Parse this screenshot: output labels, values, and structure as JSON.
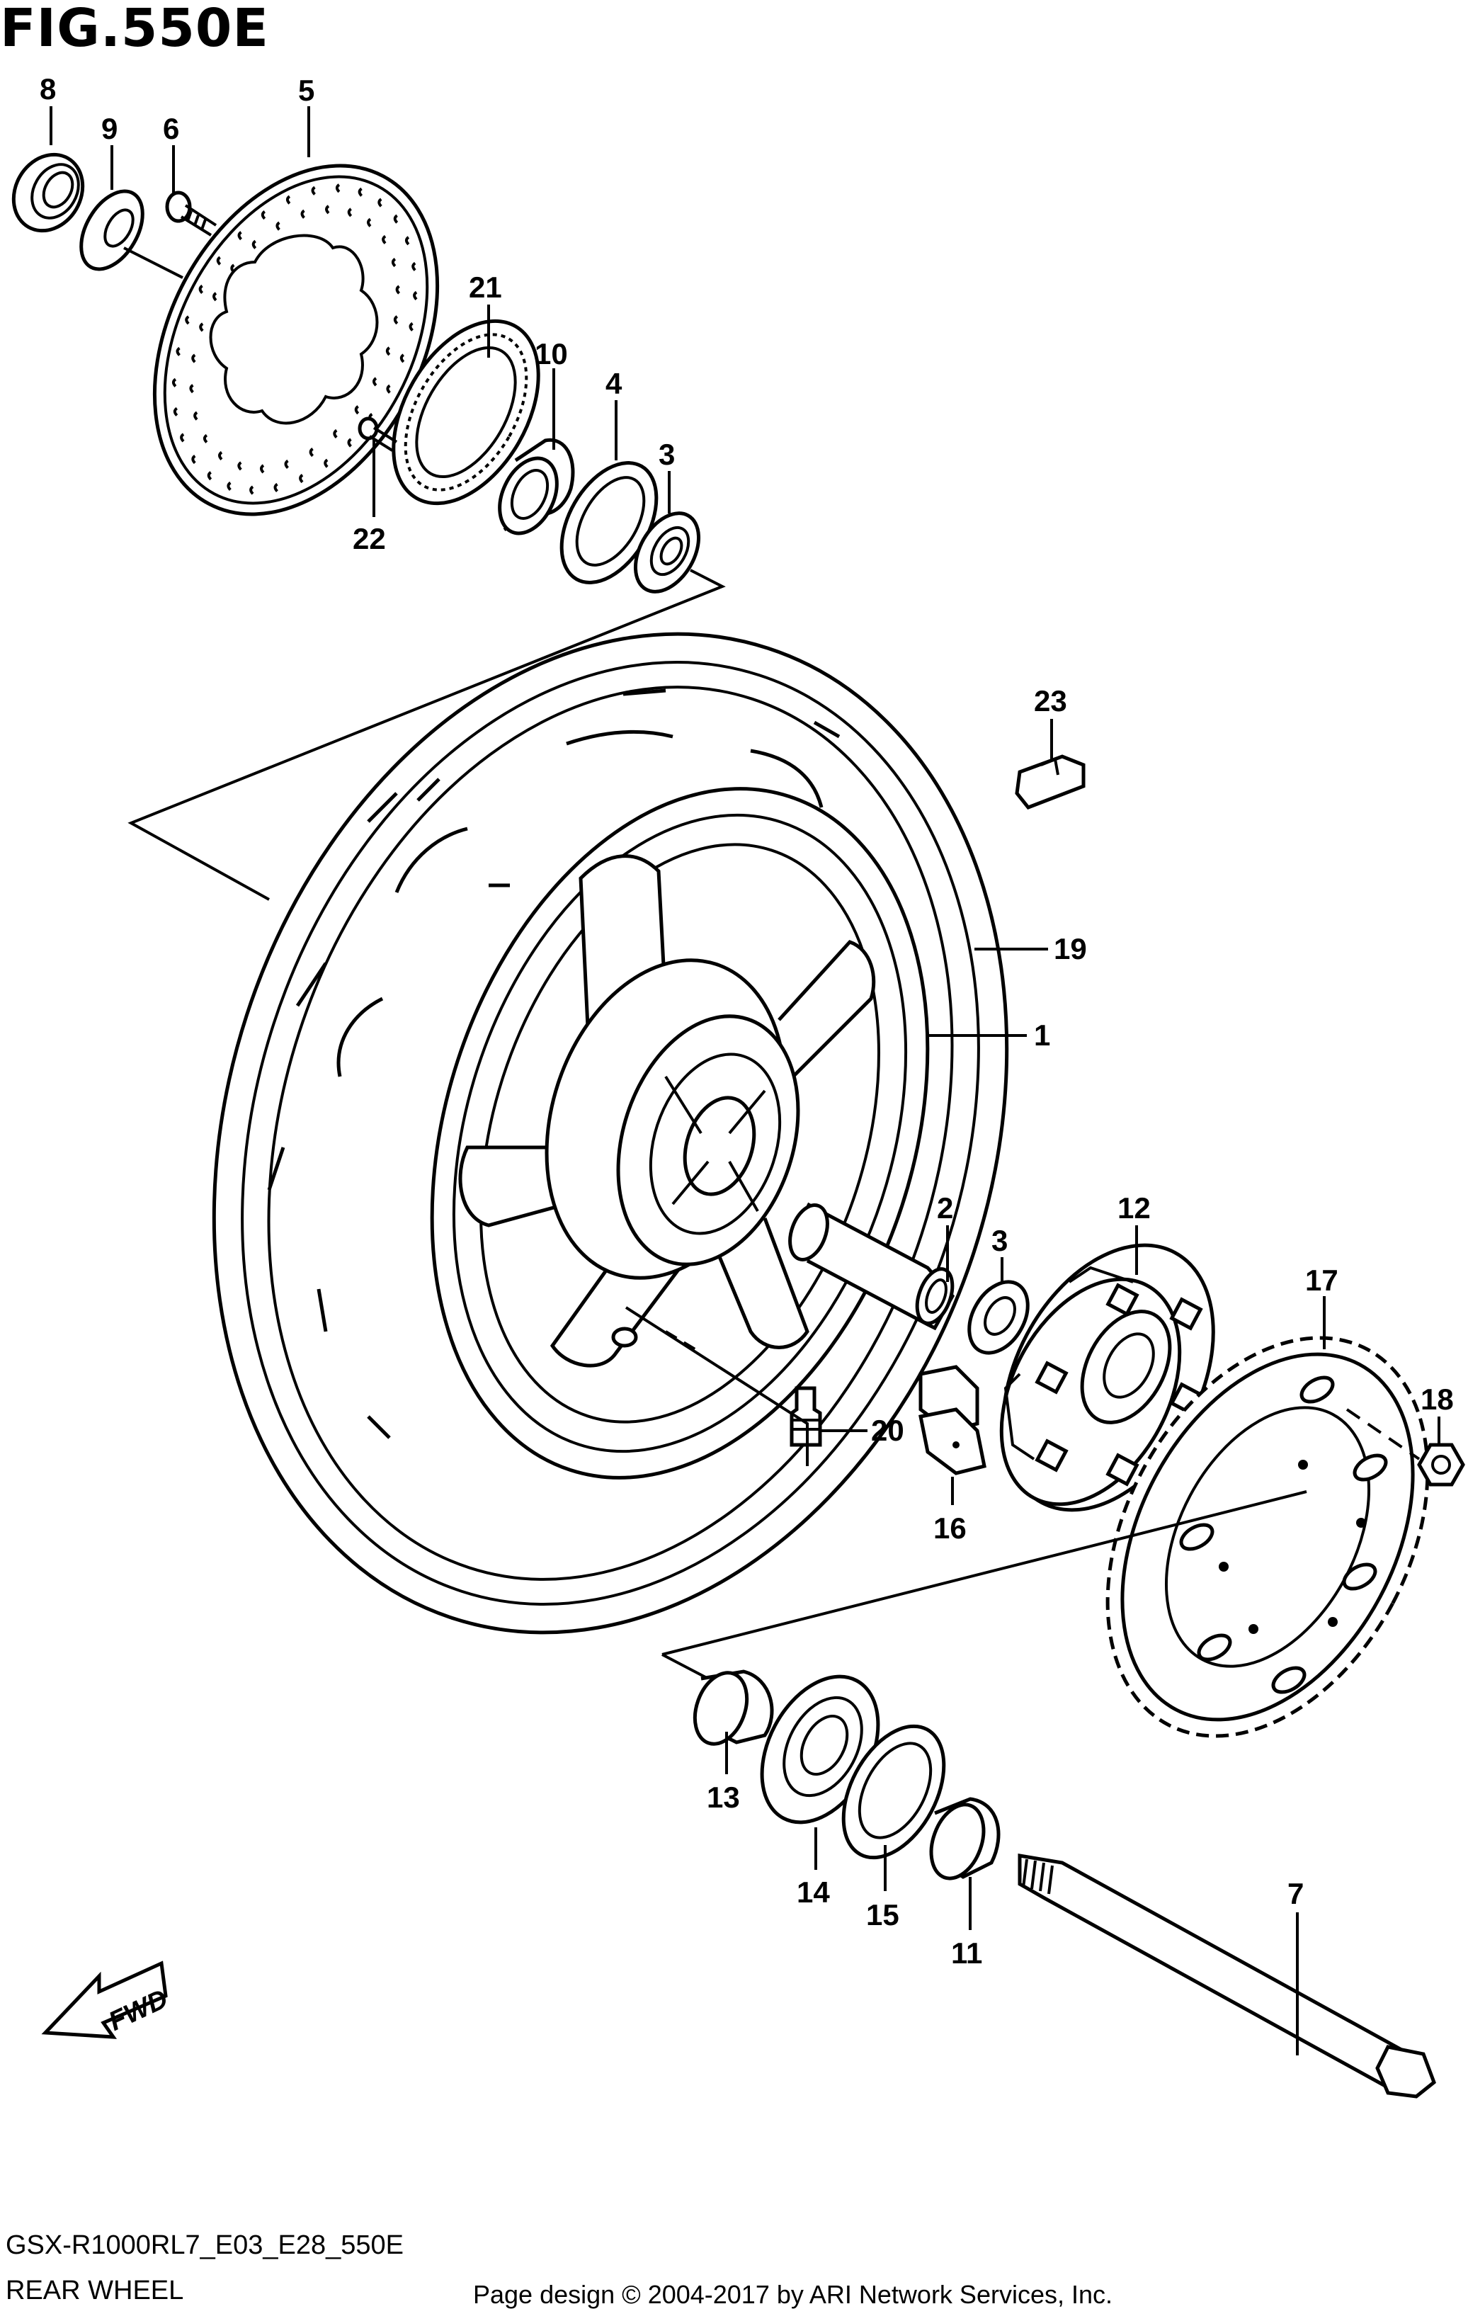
{
  "figure": {
    "title": "FIG.550E",
    "model_code": "GSX-R1000RL7_E03_E28_550E",
    "sheet_name": "REAR WHEEL",
    "credit": "Page design © 2004-2017 by ARI Network Services, Inc.",
    "fwd_label": "FWD"
  },
  "callouts": [
    "1",
    "2",
    "3",
    "3",
    "4",
    "5",
    "6",
    "7",
    "8",
    "9",
    "10",
    "11",
    "12",
    "13",
    "14",
    "15",
    "16",
    "17",
    "18",
    "19",
    "20",
    "21",
    "22",
    "23"
  ]
}
